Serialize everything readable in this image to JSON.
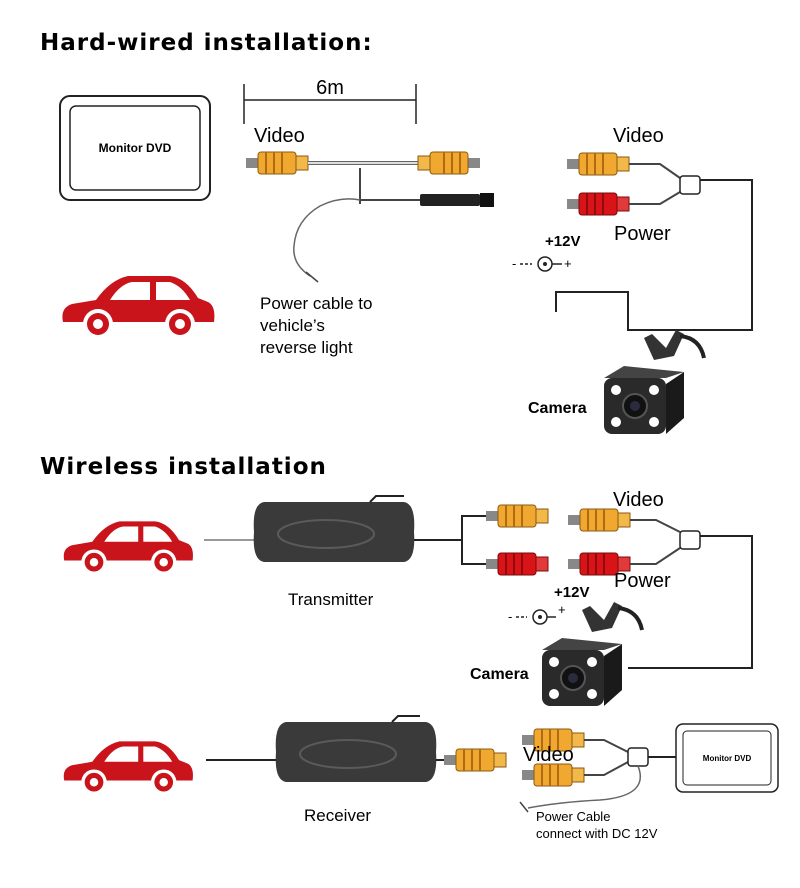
{
  "hardwired": {
    "title": "Hard-wired installation:",
    "monitor_label": "Monitor DVD",
    "length_label": "6m",
    "video_left": "Video",
    "video_right": "Video",
    "power": "Power",
    "voltage": "+12V",
    "power_cable_lines": [
      "Power cable to",
      "vehicle’s",
      "reverse light"
    ],
    "camera": "Camera"
  },
  "wireless": {
    "title": "Wireless installation",
    "video_top": "Video",
    "power": "Power",
    "voltage": "+12V",
    "camera": "Camera",
    "transmitter": "Transmitter",
    "receiver": "Receiver",
    "video_bottom": "Video",
    "monitor_label": "Monitor DVD",
    "power_cable_lines": [
      "Power Cable",
      "connect with DC 12V"
    ]
  },
  "colors": {
    "car_red": "#c8141a",
    "rca_yellow": "#f0a830",
    "rca_red": "#d81418",
    "cable_black": "#222222",
    "box_dark": "#3a3a3a"
  }
}
